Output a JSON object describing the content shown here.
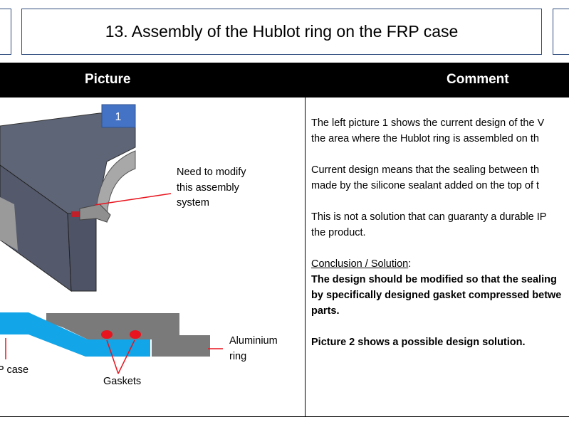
{
  "slide_title": "13. Assembly of the Hublot ring on the FRP case",
  "table": {
    "col_picture": "Picture",
    "col_comment": "Comment"
  },
  "picture": {
    "badge": "1",
    "callout_modify": [
      "Need to modify",
      "this assembly",
      "system"
    ],
    "label_frp": "P case",
    "label_gaskets": "Gaskets",
    "label_ring": [
      "Aluminium",
      "ring"
    ],
    "colors": {
      "frp": "#12a5e8",
      "ring": "#7a7a7a",
      "gasket": "#e8141e",
      "badge": "#4472c4"
    }
  },
  "comment": {
    "p1": [
      "The left picture 1 shows the current design of the V",
      "the area where the Hublot ring is assembled on th"
    ],
    "p2": [
      "Current design means that the sealing between th",
      "made by the silicone sealant added on the top of t"
    ],
    "p3": [
      "This is not a solution that can guaranty a durable IP",
      "the product."
    ],
    "conclusion_heading": "Conclusion / Solution",
    "conclusion_colon": ":",
    "conclusion": [
      "The design should be modified so that the sealing",
      "by specifically designed gasket compressed betwe",
      "parts."
    ],
    "p5": "Picture 2 shows a possible design solution."
  }
}
